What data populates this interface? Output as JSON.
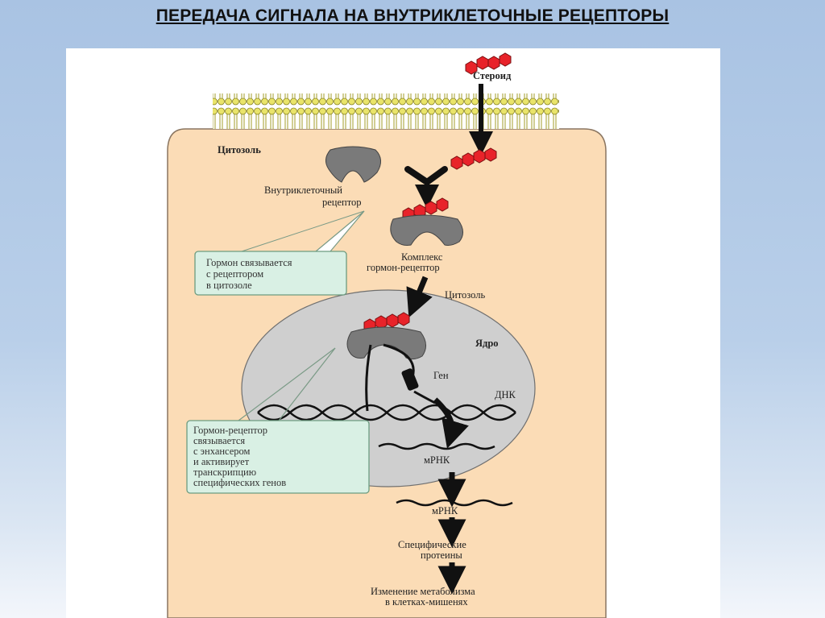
{
  "title": "ПЕРЕДАЧА СИГНАЛА НА ВНУТРИКЛЕТОЧНЫЕ РЕЦЕПТОРЫ",
  "diagram": {
    "steroid": "Стероид",
    "cytosol_top": "Цитозоль",
    "receptor": [
      "Внутриклеточный",
      "рецептор"
    ],
    "complex": [
      "Комплекс",
      "гормон-рецептор"
    ],
    "cytosol_mid": "Цитозоль",
    "nucleus": "Ядро",
    "gene": "Ген",
    "dna": "ДНК",
    "mrna_inner": "мРНК",
    "mrna_outer": "мРНК",
    "proteins": [
      "Специфические",
      "протеины"
    ],
    "metabolism": [
      "Изменение метаболизма",
      "в клетках-мишенях"
    ],
    "box1": [
      "Гормон связывается",
      "с рецептором",
      "в цитозоле"
    ],
    "box2": [
      "Гормон-рецептор",
      "связывается",
      "с энхансером",
      "и активирует",
      "транскрипцию",
      "специфических генов"
    ]
  }
}
